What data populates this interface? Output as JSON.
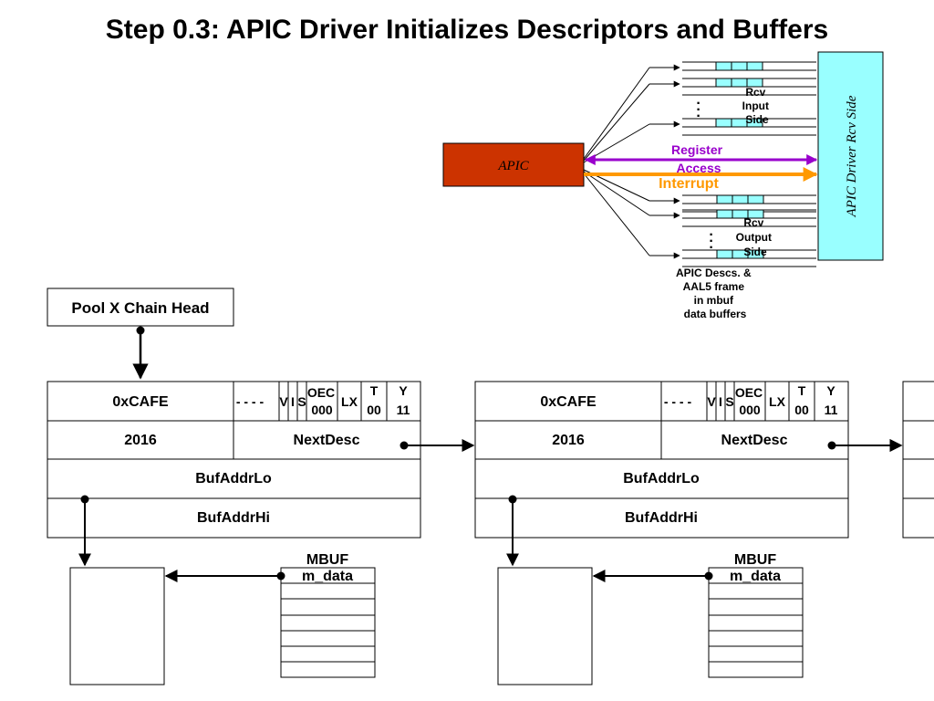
{
  "title": "Step 0.3: APIC Driver Initializes Descriptors and Buffers",
  "top": {
    "apic_label": "APIC",
    "driver_label": "APIC Driver Rcv Side",
    "register_access": [
      "Register",
      "Access"
    ],
    "interrupt": "Interrupt",
    "rcv_input_side": [
      "Rcv",
      "Input",
      "Side"
    ],
    "rcv_output_side": [
      "Rcv",
      "Output",
      "Side"
    ],
    "descs_caption": [
      "APIC Descs. &",
      "AAL5 frame",
      "in mbuf",
      "data buffers"
    ],
    "ellipsis": "·\n·\n·",
    "colors": {
      "apic": "#cc3300",
      "driver": "#99ffff",
      "register": "#9900cc",
      "interrupt": "#ff9900",
      "queue_cell": "#99ffff"
    }
  },
  "pool_head": "Pool X Chain Head",
  "descriptor": {
    "word0": "0xCAFE",
    "dashes": "- - - -",
    "flags": [
      "V",
      "I",
      "S"
    ],
    "oec_top": "OEC",
    "oec_bottom": "000",
    "lx": "LX",
    "t_top": "T",
    "t_bottom": "00",
    "y_top": "Y",
    "y_bottom": "11",
    "length": "2016",
    "next": "NextDesc",
    "buf_lo": "BufAddrLo",
    "buf_hi": "BufAddrHi"
  },
  "mbuf": {
    "title": "MBUF",
    "field": "m_data"
  }
}
